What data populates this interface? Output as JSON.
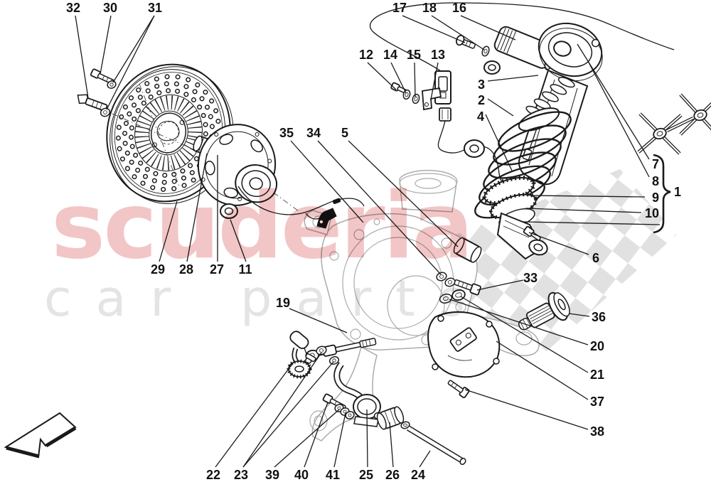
{
  "diagram": {
    "title_hint": "Front suspension - shock absorber and brake disc exploded parts diagram",
    "watermark": {
      "brand": "scuderia",
      "word1": "car",
      "word2": "parts"
    },
    "colors": {
      "line_black": "#1a1a1a",
      "knuckle_gray": "#ababab",
      "watermark_pink": "#f2c6c6",
      "watermark_gray": "#e4e4e4",
      "flag_gray": "#dcdcdc"
    },
    "labels": {
      "l1": "1",
      "l2": "2",
      "l3": "3",
      "l4": "4",
      "l5": "5",
      "l6": "6",
      "l7": "7",
      "l8": "8",
      "l9": "9",
      "l10": "10",
      "l11": "11",
      "l12": "12",
      "l13": "13",
      "l14": "14",
      "l15": "15",
      "l16": "16",
      "l17": "17",
      "l18": "18",
      "l19": "19",
      "l20": "20",
      "l21": "21",
      "l22": "22",
      "l23": "23",
      "l24": "24",
      "l25": "25",
      "l26": "26",
      "l27": "27",
      "l28": "28",
      "l29": "29",
      "l30": "30",
      "l31": "31",
      "l32": "32",
      "l33": "33",
      "l34": "34",
      "l35": "35",
      "l36": "36",
      "l37": "37",
      "l38": "38",
      "l39": "39",
      "l40": "40",
      "l41": "41"
    }
  }
}
